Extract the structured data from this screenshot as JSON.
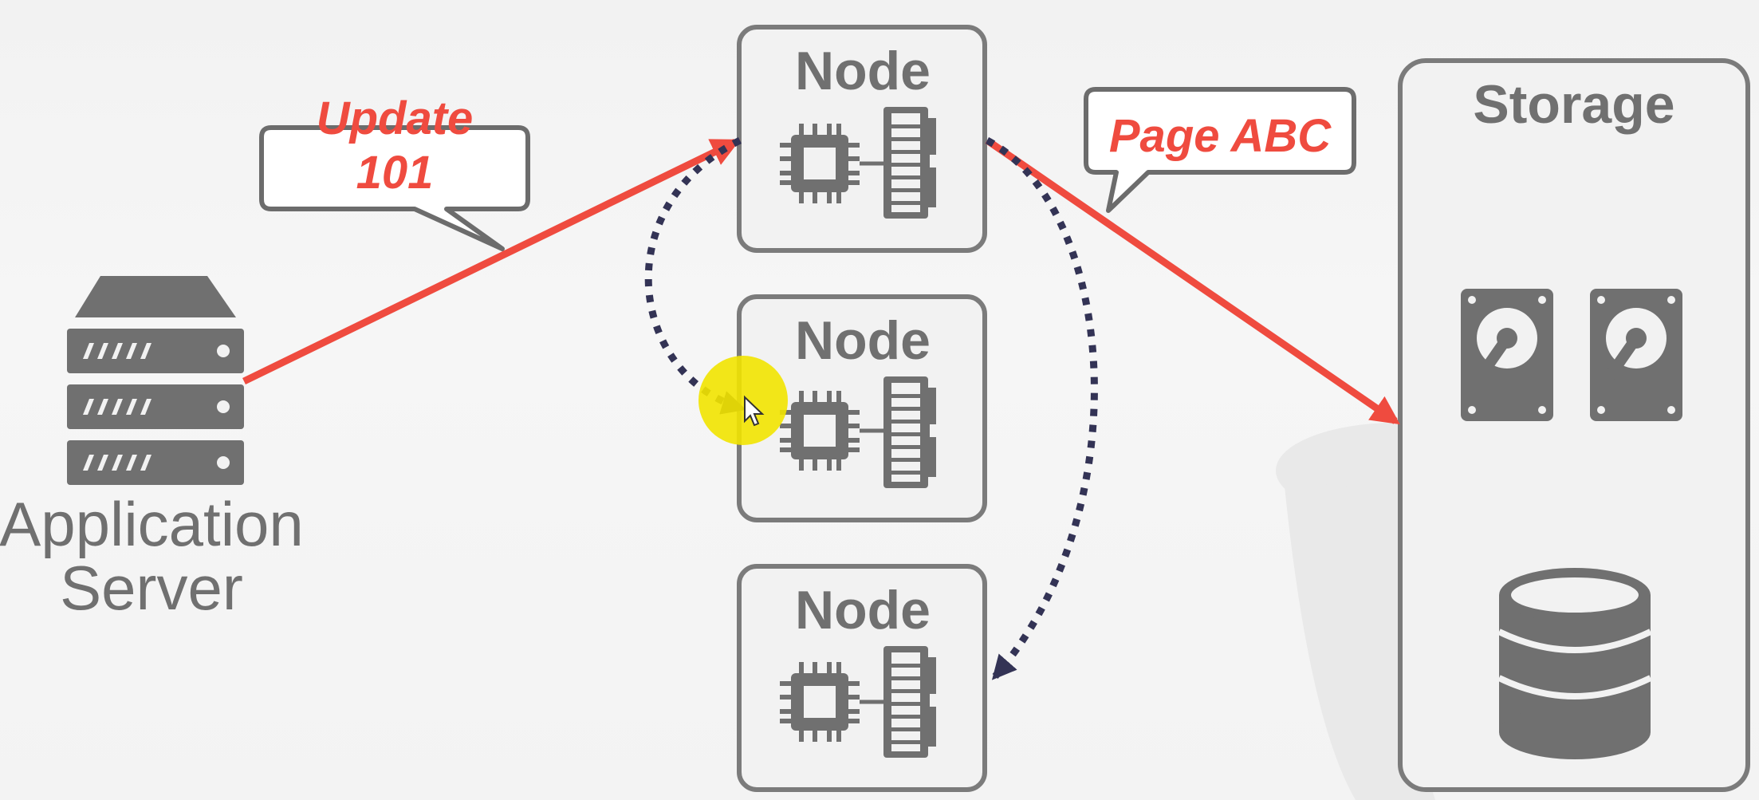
{
  "nodes": [
    {
      "title": "Node"
    },
    {
      "title": "Node"
    },
    {
      "title": "Node"
    }
  ],
  "storage": {
    "title": "Storage"
  },
  "application_server": {
    "line1": "Application",
    "line2": "Server"
  },
  "callouts": {
    "update": {
      "line1": "Update",
      "line2": "101"
    },
    "page": {
      "text": "Page ABC"
    }
  },
  "colors": {
    "accent_red": "#ef4b3f",
    "dotted_navy": "#333355",
    "icon_gray": "#707070",
    "cursor_highlight": "#f2e400"
  },
  "icons": [
    "server-rack-icon",
    "cpu-chip-icon",
    "memory-module-icon",
    "hard-drive-icon",
    "database-icon",
    "mouse-cursor-icon"
  ]
}
